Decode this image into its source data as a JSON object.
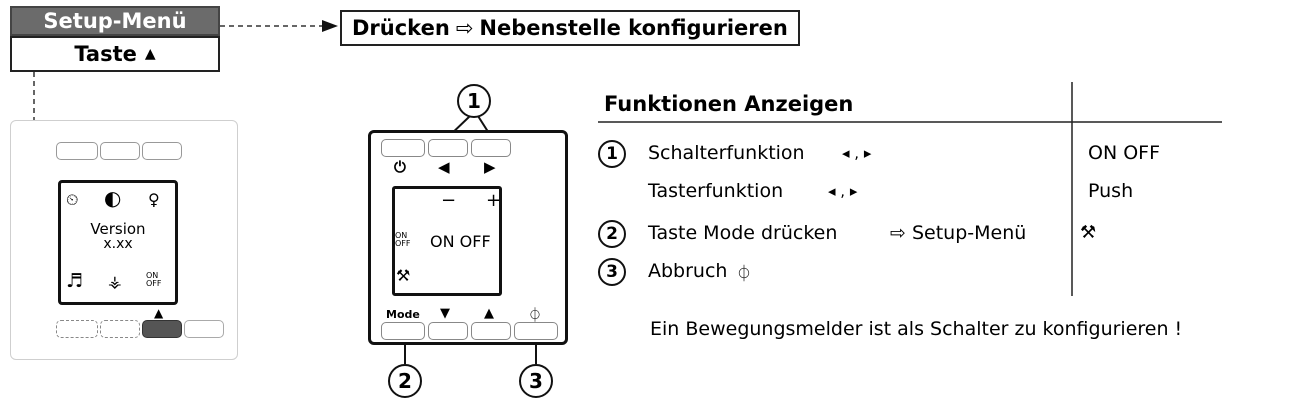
{
  "header": {
    "setup_menu": "Setup-Menü",
    "taste": "Taste",
    "taste_arrow": "▲",
    "press_prefix": "Drücken",
    "press_arrow": "⇨",
    "press_action": "Nebenstelle konfigurieren"
  },
  "left_device": {
    "version_label": "Version",
    "version_value": "x.xx",
    "onoff_small": "ON\nOFF",
    "selected_arrow": "▲"
  },
  "right_device": {
    "minus": "−",
    "plus": "+",
    "onoff_small": "ON\nOFF",
    "screen_value": "ON OFF",
    "mode_label": "Mode",
    "callouts": [
      "1",
      "2",
      "3"
    ]
  },
  "functions": {
    "title": "Funktionen Anzeigen",
    "rows": [
      {
        "num": "1",
        "label": "Schalterfunktion",
        "arrows": "◂ , ▸",
        "value": "ON OFF"
      },
      {
        "num": "",
        "label": "Tasterfunktion",
        "arrows": "◂ , ▸",
        "value": "Push"
      },
      {
        "num": "2",
        "label": "Taste Mode drücken",
        "arrows": "⇨ Setup-Menü",
        "value": ""
      },
      {
        "num": "3",
        "label": "Abbruch",
        "arrows": "⏀",
        "value": ""
      }
    ],
    "note": "Ein Bewegungsmelder ist als Schalter zu konfigurieren !"
  }
}
